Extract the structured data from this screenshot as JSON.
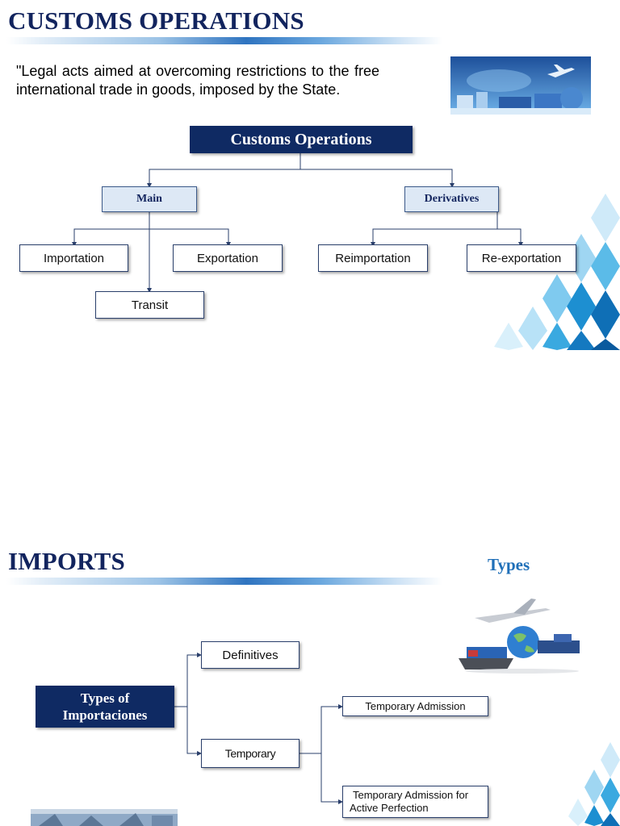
{
  "slide1": {
    "title": "CUSTOMS OPERATIONS",
    "quote": "\"Legal acts aimed at overcoming restrictions to the free international trade in goods, imposed by the State.",
    "root": "Customs Operations",
    "main": "Main",
    "derivatives": "Derivatives",
    "importation": "Importation",
    "exportation": "Exportation",
    "transit": "Transit",
    "reimportation": "Reimportation",
    "reexportation": "Re-exportation"
  },
  "slide2": {
    "title": "IMPORTS",
    "types_heading": "Types",
    "root_line1": "Types of",
    "root_line2": "Importaciones",
    "definitives": "Definitives",
    "temporary": "Temporary",
    "temporary_admission": "Temporary Admission",
    "temporary_admission_active_line1": "Temporary Admission for",
    "temporary_admission_active_line2": "Active Perfection"
  },
  "colors": {
    "navy": "#0f2a63",
    "title": "#12245e",
    "types_heading": "#1f6fb8",
    "light_box": "#dde8f5"
  }
}
